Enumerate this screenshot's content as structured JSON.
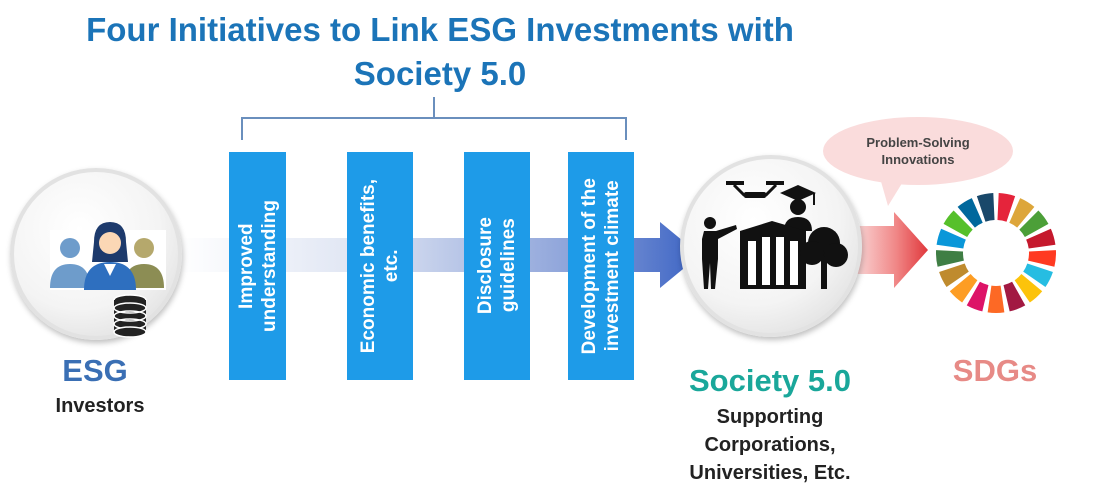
{
  "title": {
    "line1": "Four Initiatives to Link ESG Investments with",
    "line2": "Society 5.0"
  },
  "initiatives": [
    "Improved\nunderstanding",
    "Economic benefits,\netc.",
    "Disclosure\nguidelines",
    "Development of the\ninvestment climate"
  ],
  "esg": {
    "title": "ESG",
    "subtitle": "Investors",
    "icons": [
      "investors-icon",
      "coins-icon"
    ]
  },
  "society": {
    "title": "Society 5.0",
    "subtitle_lines": [
      "Supporting",
      "Corporations,",
      "Universities, Etc."
    ],
    "icons": [
      "drone-icon",
      "graduate-icon",
      "person-pointing-icon",
      "building-icon",
      "tree-icon"
    ]
  },
  "bubble": {
    "text": "Problem-Solving\nInnovations"
  },
  "sdgs": {
    "title": "SDGs",
    "icon": "sdg-wheel-icon"
  },
  "colors": {
    "title_blue": "#1b74b8",
    "bar_blue": "#1e9be8",
    "esg_blue": "#3a6fb4",
    "society_teal": "#1aa79a",
    "sdgs_pink": "#e78a86",
    "bubble_pink": "#fadcdc"
  }
}
